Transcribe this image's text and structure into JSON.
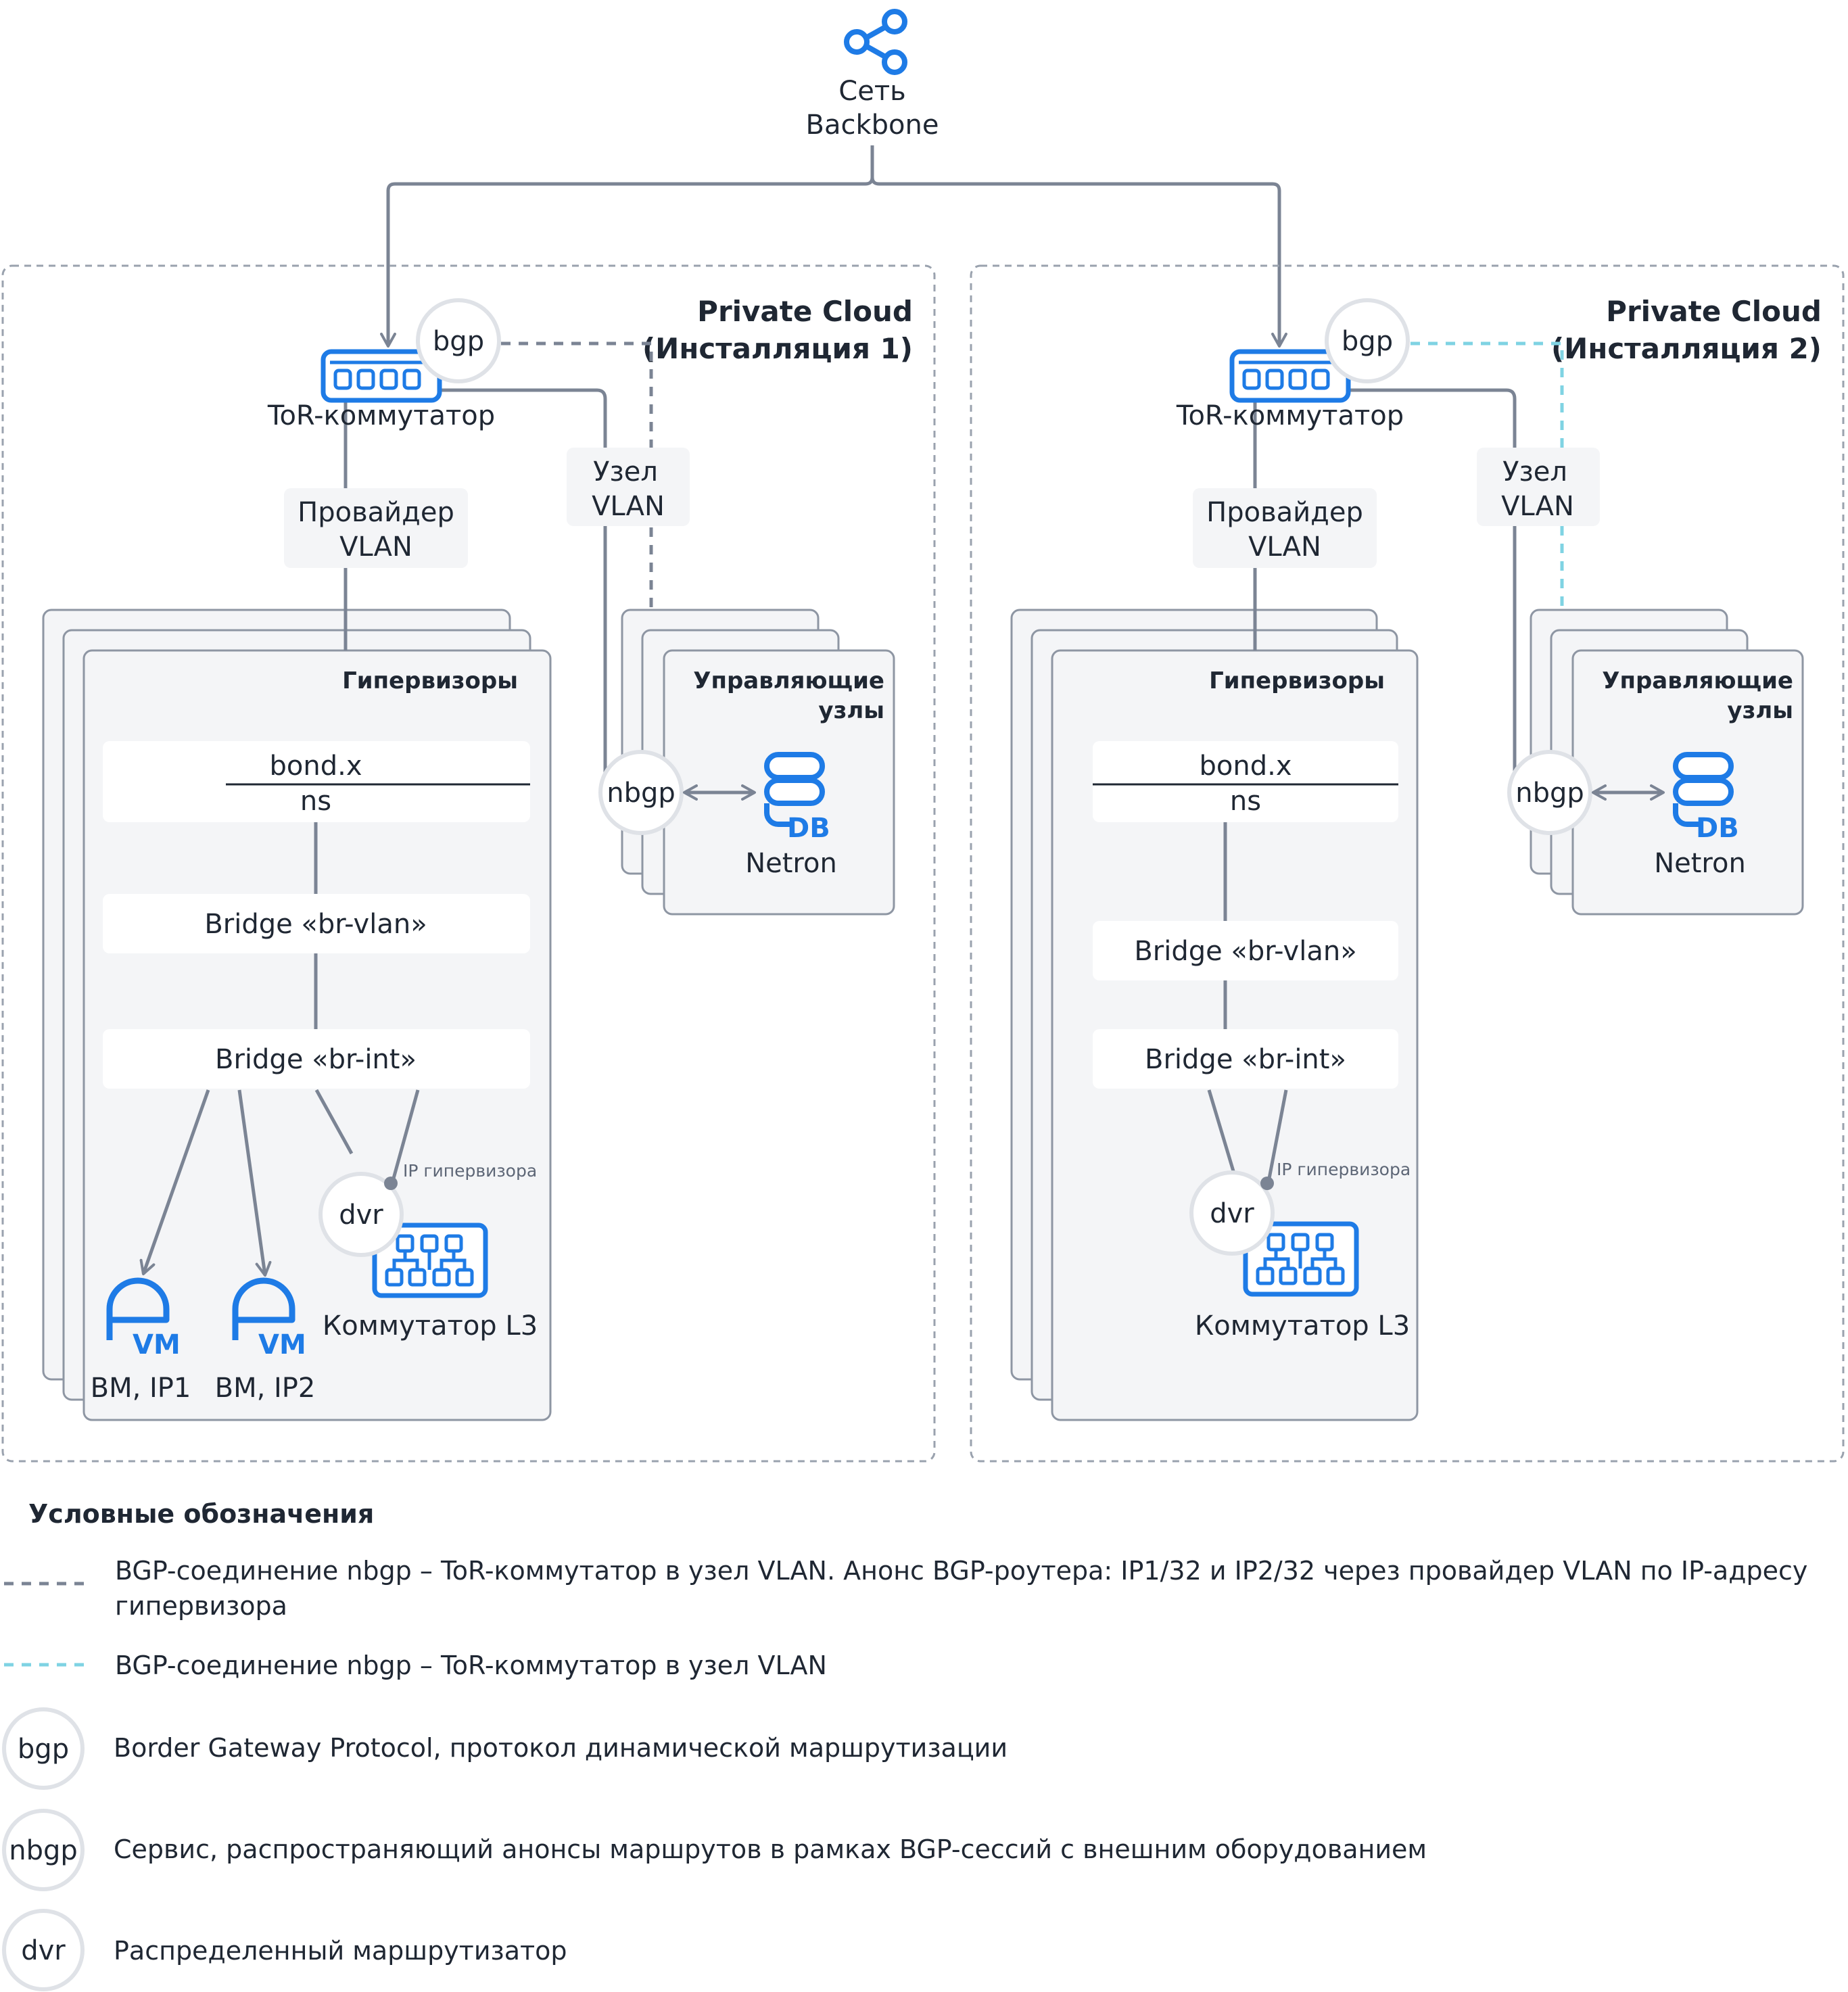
{
  "colors": {
    "line": "#7b8494",
    "dash_gray": "#7b8494",
    "dash_cyan": "#7fd3e3",
    "icon_blue": "#1e7be6",
    "panel_fill": "#f4f5f7",
    "panel_border": "#8e96a3",
    "cloud_border": "#9aa2ae",
    "circle_border": "#dfe2e7",
    "text": "#1f2733"
  },
  "backbone": {
    "line1": "Сеть",
    "line2": "Backbone",
    "icon": "share-network-icon"
  },
  "clouds": [
    {
      "title1": "Private Cloud",
      "title2": "(Инсталляция 1)",
      "tor_label": "ToR-коммутатор",
      "bgp": "bgp",
      "provider_vlan": [
        "Провайдер",
        "VLAN"
      ],
      "node_vlan": [
        "Узел",
        "VLAN"
      ],
      "hypervisors_title": "Гипервизоры",
      "bond": "bond.x",
      "ns": "ns",
      "bridge_vlan": "Bridge «br-vlan»",
      "bridge_int": "Bridge «br-int»",
      "dvr": "dvr",
      "ip_hypervisor": "IP гипервизора",
      "l3_label": "Коммутатор L3",
      "vms": [
        {
          "label": "ВМ, IP1",
          "badge": "VM"
        },
        {
          "label": "ВМ, IP2",
          "badge": "VM"
        }
      ],
      "control_title": [
        "Управляющие",
        "узлы"
      ],
      "nbgp": "nbgp",
      "db_badge": "DB",
      "netron": "Netron"
    },
    {
      "title1": "Private Cloud",
      "title2": "(Инсталляция 2)",
      "tor_label": "ToR-коммутатор",
      "bgp": "bgp",
      "provider_vlan": [
        "Провайдер",
        "VLAN"
      ],
      "node_vlan": [
        "Узел",
        "VLAN"
      ],
      "hypervisors_title": "Гипервизоры",
      "bond": "bond.x",
      "ns": "ns",
      "bridge_vlan": "Bridge «br-vlan»",
      "bridge_int": "Bridge «br-int»",
      "dvr": "dvr",
      "ip_hypervisor": "IP гипервизора",
      "l3_label": "Коммутатор L3",
      "control_title": [
        "Управляющие",
        "узлы"
      ],
      "nbgp": "nbgp",
      "db_badge": "DB",
      "netron": "Netron"
    }
  ],
  "legend": {
    "title": "Условные обозначения",
    "items": [
      {
        "kind": "dash-gray",
        "lines": [
          "BGP-соединение nbgp – ToR-коммутатор в узел VLAN. Анонс BGP-роутера: IP1/32 и IP2/32 через провайдер VLAN по IP-адресу",
          "гипервизора"
        ]
      },
      {
        "kind": "dash-cyan",
        "lines": [
          "BGP-соединение nbgp – ToR-коммутатор в узел VLAN"
        ]
      },
      {
        "kind": "circle",
        "symbol": "bgp",
        "lines": [
          "Border Gateway Protocol, протокол динамической маршрутизации"
        ]
      },
      {
        "kind": "circle",
        "symbol": "nbgp",
        "lines": [
          "Сервис, распространяющий анонсы маршрутов в рамках BGP-сессий с внешним оборудованием"
        ]
      },
      {
        "kind": "circle",
        "symbol": "dvr",
        "lines": [
          "Распределенный маршрутизатор"
        ]
      }
    ]
  }
}
